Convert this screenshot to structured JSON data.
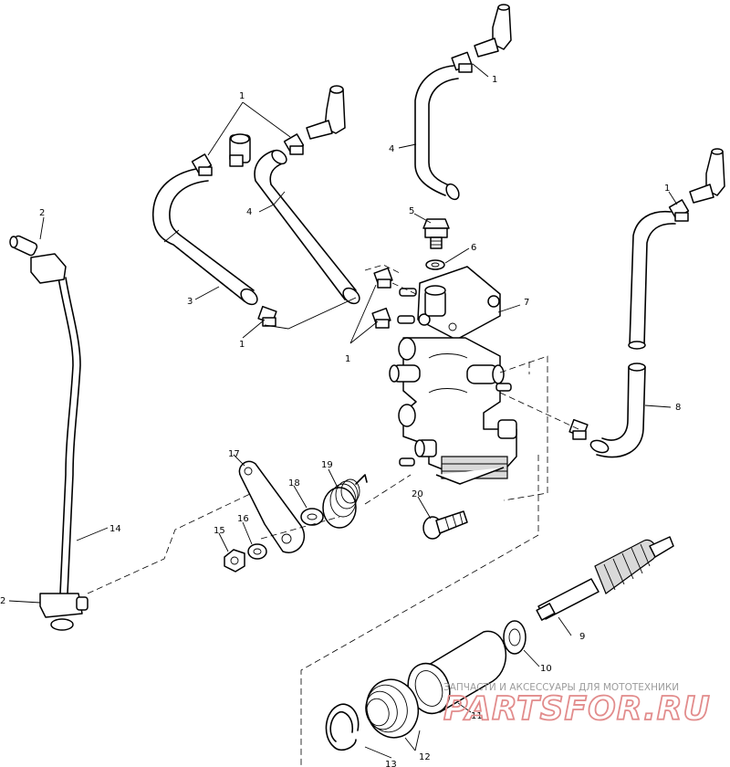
{
  "callouts": {
    "c1a": "1",
    "c1b": "1",
    "c1c": "1",
    "c1d": "1",
    "c1e": "1",
    "c2a": "2",
    "c2b": "2",
    "c3": "3",
    "c4a": "4",
    "c4b": "4",
    "c5": "5",
    "c6": "6",
    "c7": "7",
    "c8": "8",
    "c9": "9",
    "c10": "10",
    "c11": "11",
    "c12": "12",
    "c13": "13",
    "c14": "14",
    "c15": "15",
    "c16": "16",
    "c17": "17",
    "c18": "18",
    "c19": "19",
    "c20": "20"
  },
  "watermark": {
    "tagline": "ЗАПЧАСТИ И АКСЕССУАРЫ ДЛЯ МОТОТЕХНИКИ",
    "brand": "PARTSFOR.RU",
    "brand_color": "#e28c8c"
  }
}
